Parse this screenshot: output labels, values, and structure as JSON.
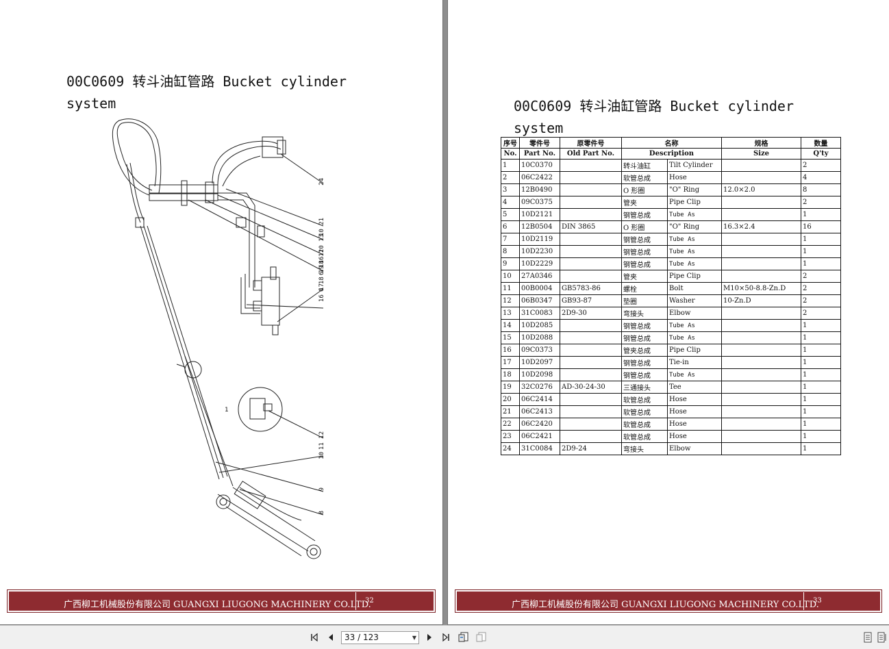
{
  "left_page": {
    "title": "00C0609 转斗油缸管路 Bucket cylinder system",
    "callouts": [
      "24",
      "10 21",
      "16 20 13",
      "6 18 11",
      "6 18 19",
      "16 17",
      "1",
      "11 12",
      "10",
      "9",
      "8"
    ],
    "footer": {
      "company": "广西柳工机械股份有限公司  GUANGXI LIUGONG MACHINERY CO.LTD.",
      "page": "32"
    }
  },
  "right_page": {
    "title": "00C0609 转斗油缸管路 Bucket cylinder system",
    "table": {
      "header_cn": [
        "序号",
        "零件号",
        "原零件号",
        "名称",
        "规格",
        "数量"
      ],
      "header_en": [
        "No.",
        "Part No.",
        "Old Part No.",
        "Description",
        "Size",
        "Q'ty"
      ],
      "rows": [
        [
          "1",
          "10C0370",
          "",
          "转斗油缸",
          "Tilt Cylinder",
          "",
          "2"
        ],
        [
          "2",
          "06C2422",
          "",
          "软管总成",
          "Hose",
          "",
          "4"
        ],
        [
          "3",
          "12B0490",
          "",
          "O 形圈",
          "\"O\" Ring",
          "12.0×2.0",
          "8"
        ],
        [
          "4",
          "09C0375",
          "",
          "管夹",
          "Pipe Clip",
          "",
          "2"
        ],
        [
          "5",
          "10D2121",
          "",
          "钢管总成",
          "Tube As",
          "",
          "1"
        ],
        [
          "6",
          "12B0504",
          "DIN 3865",
          "O 形圈",
          "\"O\" Ring",
          "16.3×2.4",
          "16"
        ],
        [
          "7",
          "10D2119",
          "",
          "钢管总成",
          "Tube As",
          "",
          "1"
        ],
        [
          "8",
          "10D2230",
          "",
          "钢管总成",
          "Tube As",
          "",
          "1"
        ],
        [
          "9",
          "10D2229",
          "",
          "钢管总成",
          "Tube As",
          "",
          "1"
        ],
        [
          "10",
          "27A0346",
          "",
          "管夹",
          "Pipe Clip",
          "",
          "2"
        ],
        [
          "11",
          "00B0004",
          "GB5783-86",
          "螺栓",
          "Bolt",
          "M10×50-8.8-Zn.D",
          "2"
        ],
        [
          "12",
          "06B0347",
          "GB93-87",
          "垫圈",
          "Washer",
          "10-Zn.D",
          "2"
        ],
        [
          "13",
          "31C0083",
          "2D9-30",
          "弯接头",
          "Elbow",
          "",
          "2"
        ],
        [
          "14",
          "10D2085",
          "",
          "钢管总成",
          "Tube As",
          "",
          "1"
        ],
        [
          "15",
          "10D2088",
          "",
          "钢管总成",
          "Tube As",
          "",
          "1"
        ],
        [
          "16",
          "09C0373",
          "",
          "管夹总成",
          "Pipe Clip",
          "",
          "1"
        ],
        [
          "17",
          "10D2097",
          "",
          "钢管总成",
          "Tie-in",
          "",
          "1"
        ],
        [
          "18",
          "10D2098",
          "",
          "钢管总成",
          "Tube As",
          "",
          "1"
        ],
        [
          "19",
          "32C0276",
          "AD-30-24-30",
          "三通接头",
          "Tee",
          "",
          "1"
        ],
        [
          "20",
          "06C2414",
          "",
          "软管总成",
          "Hose",
          "",
          "1"
        ],
        [
          "21",
          "06C2413",
          "",
          "软管总成",
          "Hose",
          "",
          "1"
        ],
        [
          "22",
          "06C2420",
          "",
          "软管总成",
          "Hose",
          "",
          "1"
        ],
        [
          "23",
          "06C2421",
          "",
          "软管总成",
          "Hose",
          "",
          "1"
        ],
        [
          "24",
          "31C0084",
          "2D9-24",
          "弯接头",
          "Elbow",
          "",
          "1"
        ]
      ]
    },
    "footer": {
      "company": "广西柳工机械股份有限公司  GUANGXI LIUGONG MACHINERY CO.LTD.",
      "page": "33"
    }
  },
  "toolbar": {
    "page_indicator": "33 / 123",
    "icons": [
      "first-page-icon",
      "prev-page-icon",
      "next-page-icon",
      "last-page-icon",
      "continuous-view-icon",
      "facing-view-icon",
      "single-page-icon",
      "two-page-icon"
    ]
  },
  "colors": {
    "footer_bar": "#8e2b30",
    "viewer_bg": "#8e8e8e",
    "toolbar_bg": "#f0f0f0"
  }
}
